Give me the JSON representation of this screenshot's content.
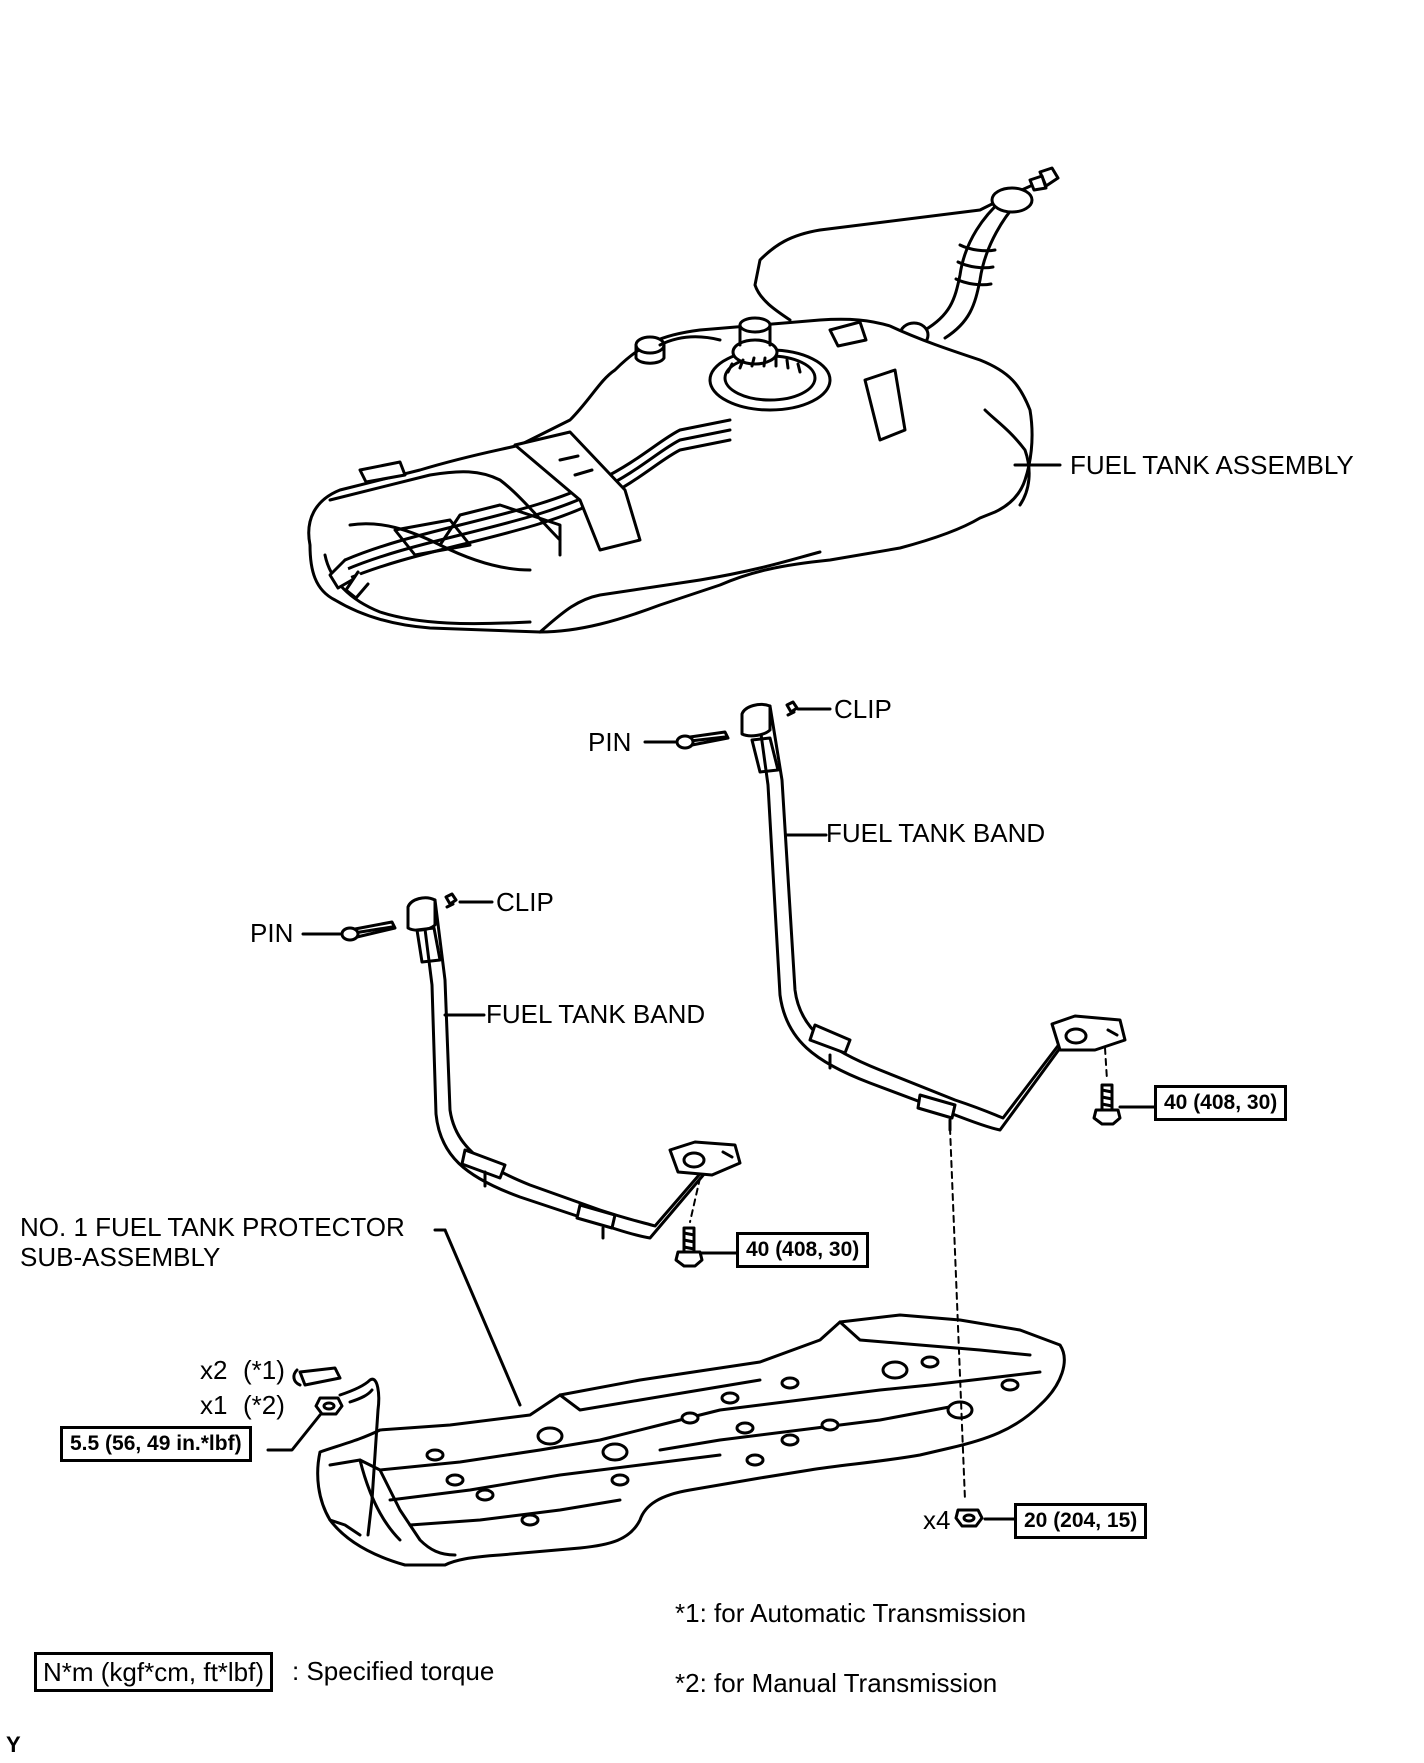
{
  "labels": {
    "fuel_tank_assembly": "FUEL TANK ASSEMBLY",
    "clip_right": "CLIP",
    "pin_right": "PIN",
    "band_right": "FUEL TANK BAND",
    "clip_left": "CLIP",
    "pin_left": "PIN",
    "band_left": "FUEL TANK BAND",
    "protector_line1": "NO. 1 FUEL TANK PROTECTOR",
    "protector_line2": "SUB-ASSEMBLY",
    "x2": "x2",
    "x2_note": "(*1)",
    "x1": "x1",
    "x1_note": "(*2)",
    "x4": "x4"
  },
  "torques": {
    "band_right_bolt": "40 (408, 30)",
    "band_left_bolt": "40 (408, 30)",
    "protector_nut": "5.5 (56, 49 in.*lbf)",
    "protector_bolts": "20 (204, 15)"
  },
  "notes": {
    "note1": "*1: for Automatic Transmission",
    "note2": "*2: for Manual Transmission"
  },
  "legend": {
    "unit": "N*m (kgf*cm, ft*lbf)",
    "desc": ": Specified torque"
  },
  "corner_mark": "Y"
}
